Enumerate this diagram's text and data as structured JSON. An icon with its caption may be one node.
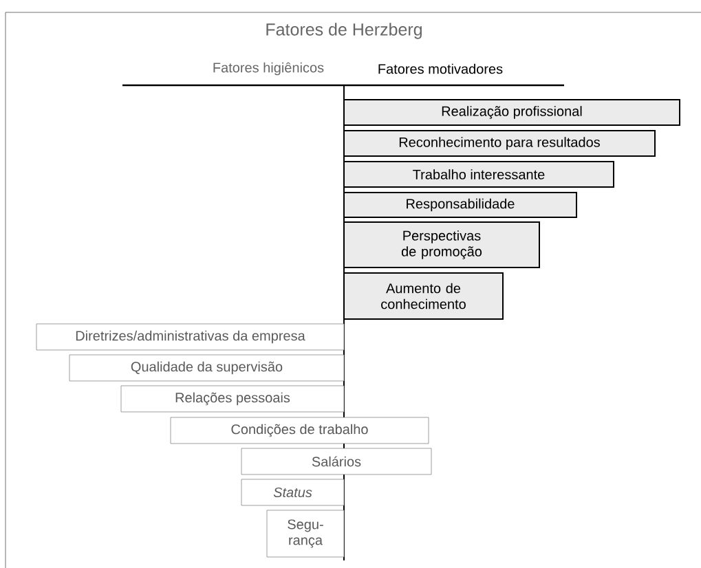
{
  "diagram": {
    "title": "Fatores de Herzberg",
    "nodes": [
      {
        "text": [
          "Realização profissional"
        ]
      },
      {
        "text": [
          "Reconhecimento para resultados"
        ]
      },
      {
        "text": [
          "Trabalho interessante"
        ]
      },
      {
        "text": [
          "Responsabilidade"
        ]
      },
      {
        "text": [
          "Perspectivas de promoção"
        ]
      },
      {
        "text": [
          "Aumento de conhecimento"
        ]
      },
      {
        "text": [
          "Diretrizes/administrativas da empresa"
        ]
      },
      {
        "text": [
          "Qualidade da supervisão"
        ]
      },
      {
        "text": [
          "Relações pessoais"
        ]
      },
      {
        "text": [
          "Condições de trabalho"
        ]
      },
      {
        "text": [
          "Salários"
        ]
      },
      {
        "text": [
          "Status"
        ]
      },
      {
        "text": [
          "Segu- rança"
        ]
      }
    ],
    "labels": [
      "Fatores higiênicos",
      "Fatores motivadores"
    ]
  }
}
